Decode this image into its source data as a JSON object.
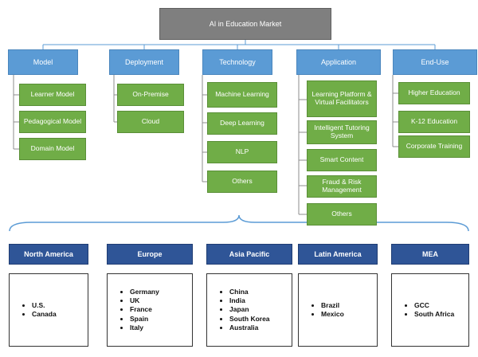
{
  "root": {
    "label": "AI in Education Market"
  },
  "categories": [
    {
      "label": "Model",
      "items": [
        "Learner Model",
        "Pedagogical Model",
        "Domain Model"
      ]
    },
    {
      "label": "Deployment",
      "items": [
        "On-Premise",
        "Cloud"
      ]
    },
    {
      "label": "Technology",
      "items": [
        "Machine Learning",
        "Deep Learning",
        "NLP",
        "Others"
      ]
    },
    {
      "label": "Application",
      "items": [
        "Learning Platform & Virtual Facilitators",
        "Intelligent Tutoring System",
        "Smart Content",
        "Fraud & Risk Management",
        "Others"
      ]
    },
    {
      "label": "End-Use",
      "items": [
        "Higher Education",
        "K-12 Education",
        "Corporate Training"
      ]
    }
  ],
  "regions": [
    {
      "label": "North America",
      "countries": [
        "U.S.",
        "Canada"
      ]
    },
    {
      "label": "Europe",
      "countries": [
        "Germany",
        "UK",
        "France",
        "Spain",
        "Italy"
      ]
    },
    {
      "label": "Asia Pacific",
      "countries": [
        "China",
        "India",
        "Japan",
        "South Korea",
        "Australia"
      ]
    },
    {
      "label": "Latin America",
      "countries": [
        "Brazil",
        "Mexico"
      ]
    },
    {
      "label": "MEA",
      "countries": [
        "GCC",
        "South Africa"
      ]
    }
  ],
  "colors": {
    "root": "#7f7f7f",
    "category": "#5b9bd5",
    "leaf": "#70ad47",
    "region_header": "#2f5597",
    "connector": "#5b9bd5"
  }
}
